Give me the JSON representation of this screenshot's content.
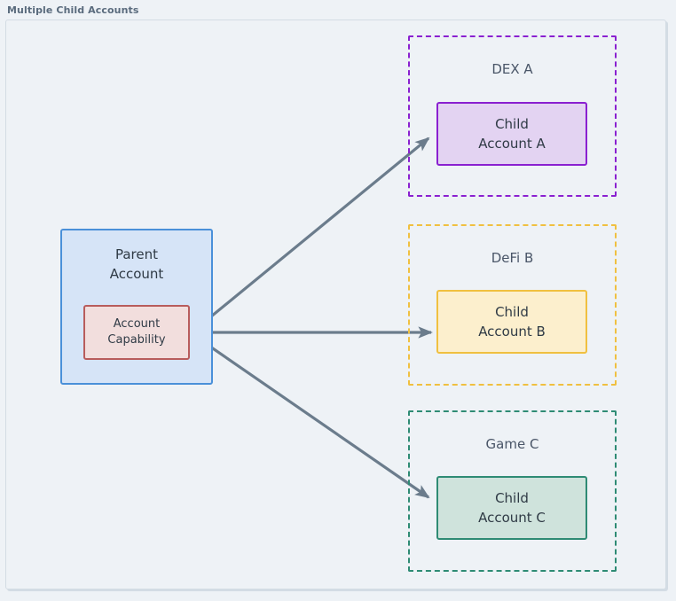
{
  "diagram": {
    "title": "Multiple Child Accounts",
    "background_color": "#eef2f6",
    "frame_border_color": "#d3dce4",
    "arrow_color": "#6b7c8c"
  },
  "parent": {
    "label": "Parent\nAccount",
    "fill_color": "#d6e4f7",
    "border_color": "#4a90d9",
    "capability": {
      "label": "Account\nCapability",
      "fill_color": "#f2dedd",
      "border_color": "#b85c5c"
    }
  },
  "groups": [
    {
      "id": "dex-a",
      "title": "DEX A",
      "border_color": "#8a20d0",
      "child": {
        "label": "Child\nAccount A",
        "fill_color": "#e3d3f2",
        "border_color": "#8a20d0"
      }
    },
    {
      "id": "defi-b",
      "title": "DeFi B",
      "border_color": "#f0c040",
      "child": {
        "label": "Child\nAccount B",
        "fill_color": "#fcefcd",
        "border_color": "#f0c040"
      }
    },
    {
      "id": "game-c",
      "title": "Game C",
      "border_color": "#2e8b74",
      "child": {
        "label": "Child\nAccount C",
        "fill_color": "#cfe3dc",
        "border_color": "#2e8b74"
      }
    }
  ],
  "connections": [
    {
      "from": "account-capability",
      "to": "child-account-a"
    },
    {
      "from": "account-capability",
      "to": "child-account-b"
    },
    {
      "from": "account-capability",
      "to": "child-account-c"
    }
  ]
}
